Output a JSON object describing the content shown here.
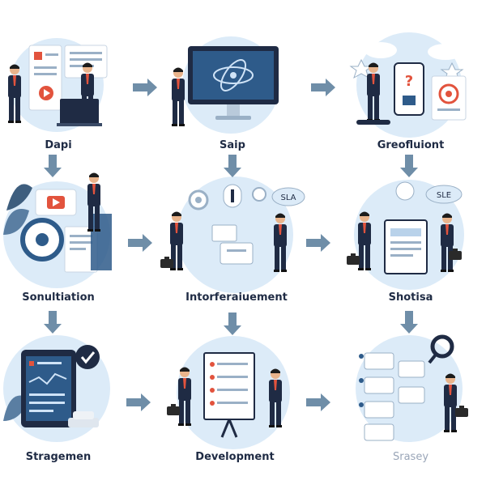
{
  "steps": [
    {
      "label": "Dapi"
    },
    {
      "label": "Saip"
    },
    {
      "label": "Greofluiont"
    },
    {
      "label": "Sonultiation"
    },
    {
      "label": "Intorferaiuement"
    },
    {
      "label": "Shotisa"
    },
    {
      "label": "Stragemen"
    },
    {
      "label": "Development"
    },
    {
      "label": "Srasey"
    }
  ],
  "bubbles": {
    "sla_1": "SLA",
    "sla_2": "SLE"
  },
  "colors": {
    "bg": "#ffffff",
    "circle": "#dcebf8",
    "arrow": "#6f8ea8",
    "suit": "#1f2b44",
    "accent": "#e2533d",
    "screen": "#2e5b8a"
  }
}
